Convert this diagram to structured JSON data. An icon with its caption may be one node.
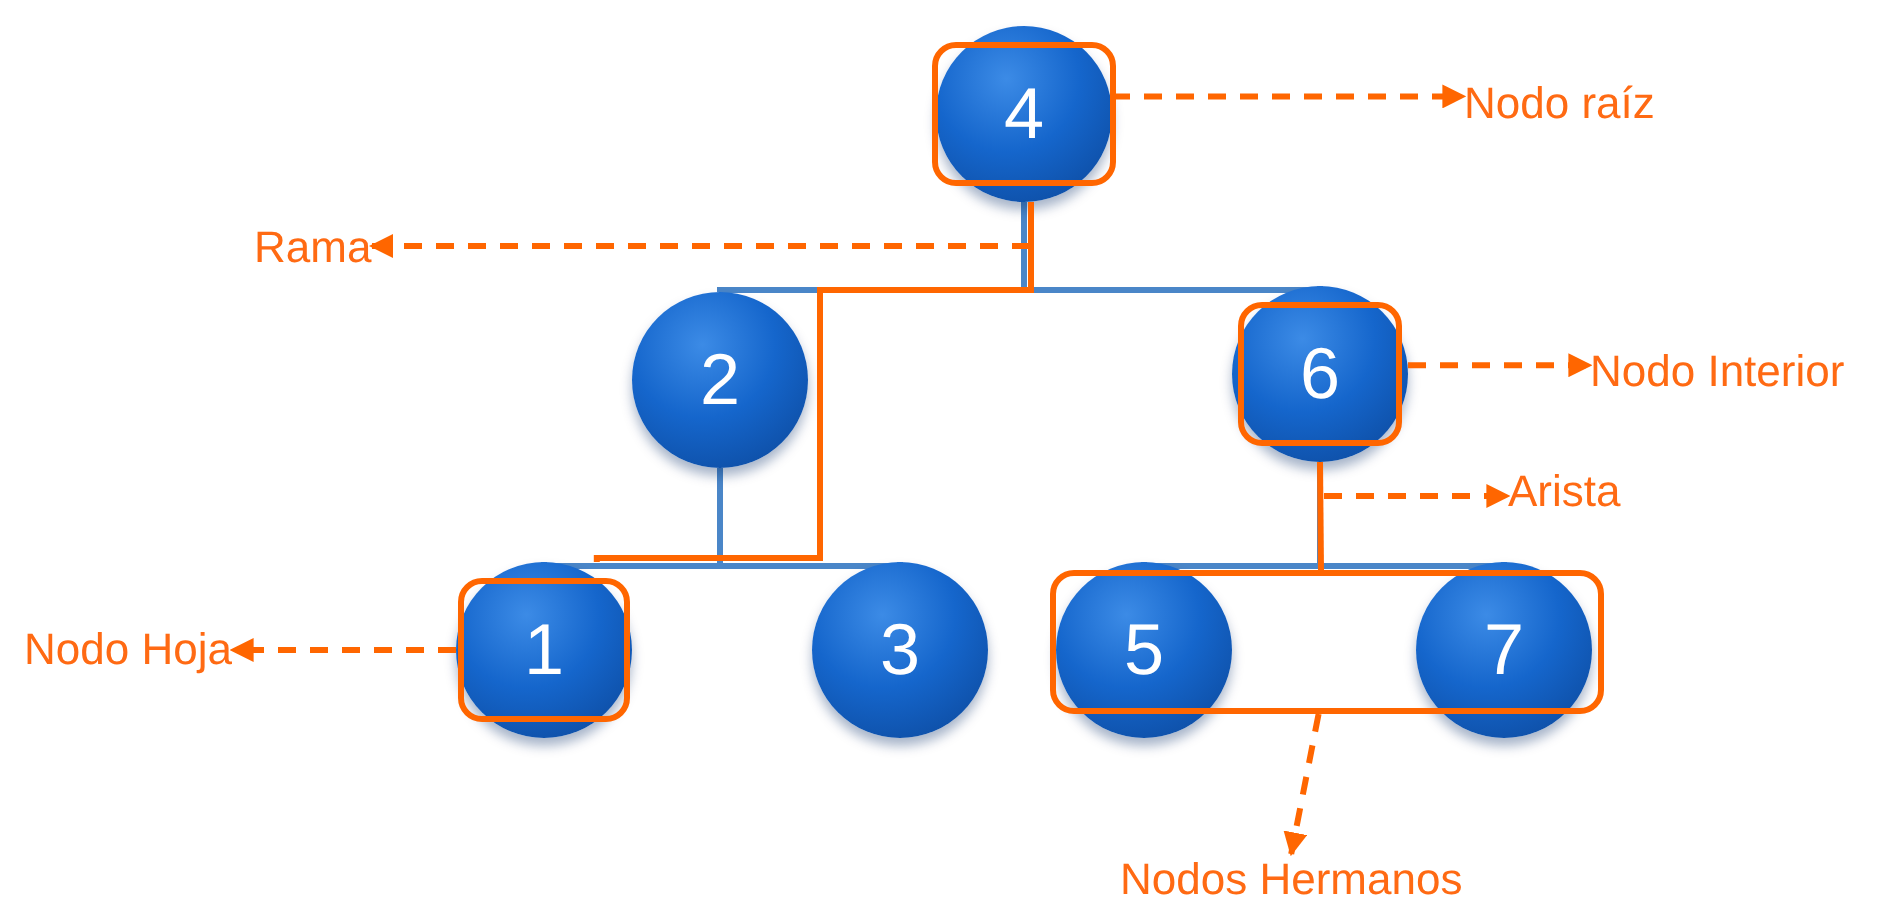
{
  "diagram": {
    "nodes": [
      {
        "text": [
          "4"
        ]
      },
      {
        "text": [
          "2"
        ]
      },
      {
        "text": [
          "6"
        ]
      },
      {
        "text": [
          "1"
        ]
      },
      {
        "text": [
          "3"
        ]
      },
      {
        "text": [],
        "shape": "box"
      },
      {
        "text": [
          "5"
        ]
      },
      {
        "text": [
          "7"
        ]
      },
      {
        "text": [
          "Nodo raíz"
        ]
      },
      {
        "text": [
          "Rama"
        ]
      },
      {
        "text": [
          "Nodo Interior"
        ]
      },
      {
        "text": [
          "Arista"
        ]
      },
      {
        "text": [
          "Nodo Hoja"
        ]
      },
      {
        "text": [
          "Nodos Hermanos"
        ]
      }
    ],
    "edges": [
      {
        "from": 0,
        "to": 1,
        "arrow": "none",
        "color": "#4a86c8"
      },
      {
        "from": 0,
        "to": 2,
        "arrow": "none",
        "color": "#4a86c8"
      },
      {
        "from": 1,
        "to": 3,
        "arrow": "none",
        "color": "#4a86c8"
      },
      {
        "from": 1,
        "to": 4,
        "arrow": "none",
        "color": "#4a86c8"
      },
      {
        "from": 2,
        "to": 6,
        "arrow": "none",
        "color": "#4a86c8"
      },
      {
        "from": 2,
        "to": 7,
        "arrow": "none",
        "color": "#4a86c8"
      },
      {
        "from": 0,
        "to": 3,
        "arrow": "none"
      },
      {
        "from": 2,
        "to": 5,
        "arrow": "none"
      },
      {
        "from": 0,
        "to": 8,
        "arrow": "to",
        "style": "dashed"
      },
      {
        "from": null,
        "to": 9,
        "arrow": "to",
        "style": "dashed"
      },
      {
        "from": 2,
        "to": 10,
        "arrow": "to",
        "style": "dashed"
      },
      {
        "from": null,
        "to": 11,
        "arrow": "to",
        "style": "dashed"
      },
      {
        "from": 3,
        "to": 12,
        "arrow": "to",
        "style": "dashed"
      },
      {
        "from": 5,
        "to": 13,
        "arrow": "to",
        "style": "dashed"
      }
    ]
  }
}
